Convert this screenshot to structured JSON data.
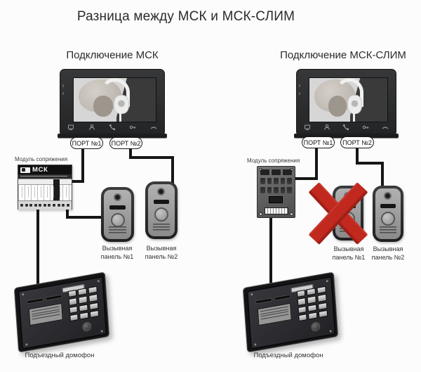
{
  "title": "Разница между МСК и МСК-СЛИМ",
  "colors": {
    "background": "#fcfcfc",
    "wire": "#161616",
    "x_mark": "#c1281e",
    "heading_text": "#2b2b2b"
  },
  "monitor_icons": [
    "display-icon",
    "doorbell-icon",
    "talk-icon",
    "unlock-icon",
    "hangup-icon"
  ],
  "left": {
    "header": "Подключение МСК",
    "port1": "ПОРТ №1",
    "port2": "ПОРТ №2",
    "module_label": "Модуль сопряжения",
    "module_name": "МСК",
    "panel1_label": "Вызывная панель №1",
    "panel2_label": "Вызывная панель №2",
    "intercom_label": "Подъездный домофон"
  },
  "right": {
    "header": "Подключение МСК-СЛИМ",
    "port1": "ПОРТ №1",
    "port2": "ПОРТ №2",
    "module_label": "Модуль сопряжения",
    "panel1_label": "Вызывная панель №1",
    "panel2_label": "Вызывная панель №2",
    "intercom_label": "Подъездный домофон",
    "panel1_crossed_out": true
  }
}
